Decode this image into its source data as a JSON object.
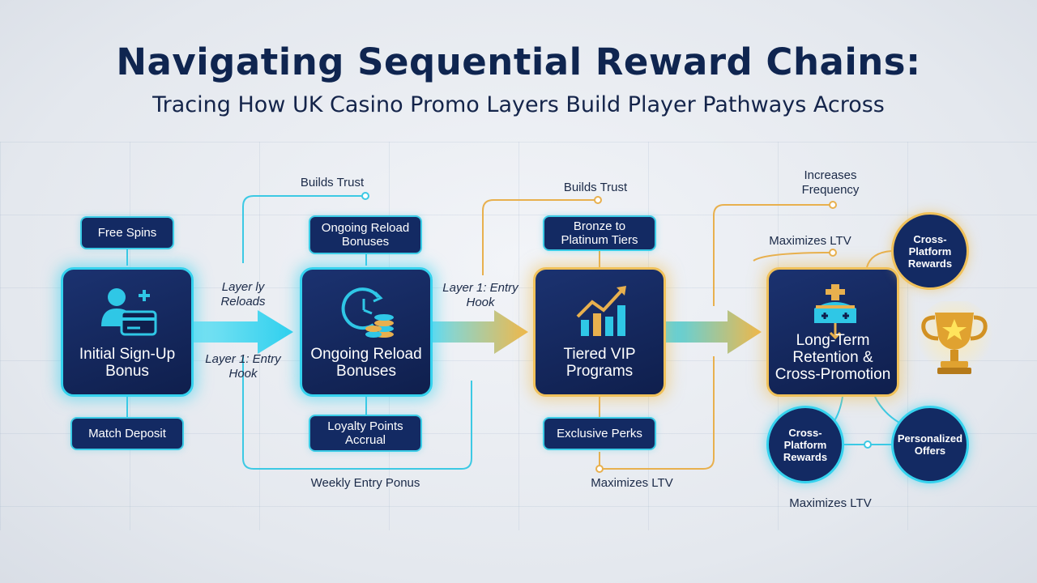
{
  "header": {
    "title": "Navigating Sequential Reward Chains:",
    "subtitle": "Tracing How UK Casino Promo Layers Build Player Pathways Across"
  },
  "colors": {
    "navy": "#0f2550",
    "cyan": "#35d2ee",
    "gold": "#f0c15a"
  },
  "stages": [
    {
      "label": "Initial Sign-Up Bonus",
      "icon": "user-card-icon"
    },
    {
      "label": "Ongoing Reload Bonuses",
      "icon": "clock-coins-icon"
    },
    {
      "label": "Tiered VIP Programs",
      "icon": "growth-chart-icon"
    },
    {
      "label": "Long-Term Retention & Cross-Promotion",
      "icon": "crown-network-icon"
    }
  ],
  "pills": {
    "free_spins": "Free Spins",
    "match_deposit": "Match Deposit",
    "reload_top": "Ongoing Reload Bonuses",
    "loyalty_points": "Loyalty Points Accrual",
    "bronze_tiers": "Bronze to Platinum Tiers",
    "exclusive_perks": "Exclusive Perks"
  },
  "notes": {
    "builds_trust_1": "Builds Trust",
    "builds_trust_2": "Builds Trust",
    "layer_reloads": "Layer ly Reloads",
    "layer1_entry_hook_a": "Layer 1: Entry Hook",
    "layer1_entry_hook_b": "Layer 1: Entry Hook",
    "weekly_entry": "Weekly Entry Ponus",
    "maximizes_ltv_mid": "Maximizes LTV",
    "increases_frequency": "Increases Frequency",
    "maximizes_ltv_top": "Maximizes LTV",
    "maximizes_ltv_bottom": "Maximizes LTV"
  },
  "circles": {
    "cross_platform_top": "Cross-Platform Rewards",
    "cross_platform_bottom": "Cross-Platform Rewards",
    "personalized_offers": "Personalized Offers"
  },
  "trophy_icon": "trophy-icon"
}
